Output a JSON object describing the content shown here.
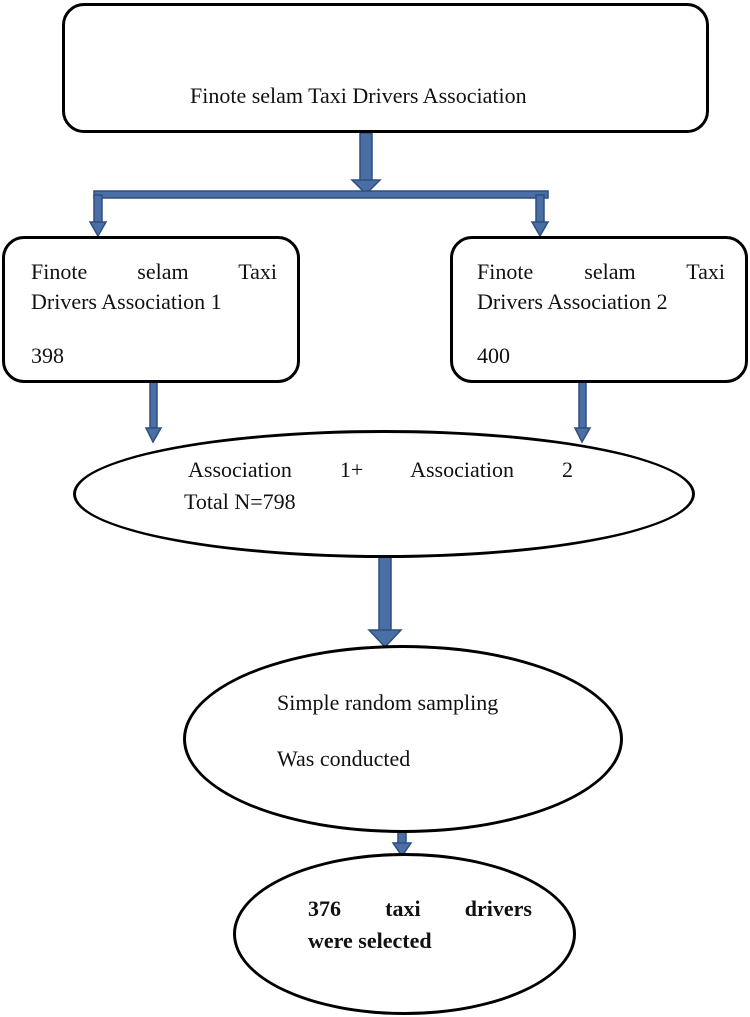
{
  "top_box": {
    "label": "Finote selam Taxi Drivers Association"
  },
  "left_box": {
    "line1": "Finote selam Taxi",
    "line2": "Drivers Association 1",
    "count": "398"
  },
  "right_box": {
    "line1": "Finote selam Taxi",
    "line2": "Drivers Association 2",
    "count": "400"
  },
  "combined_ellipse": {
    "line1": "Association 1+ Association 2",
    "line2": "Total N=798"
  },
  "sampling_ellipse": {
    "line1": "Simple random sampling",
    "line2": "Was conducted"
  },
  "result_ellipse": {
    "line1": "376 taxi drivers",
    "line2": "were selected"
  },
  "colors": {
    "arrow_fill": "#4a6fa5",
    "arrow_stroke": "#2f4f80",
    "border": "#000000"
  }
}
